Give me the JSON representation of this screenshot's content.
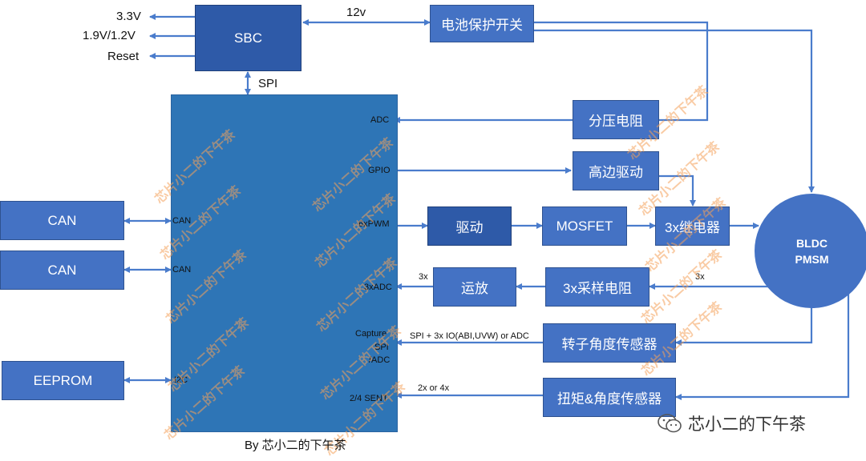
{
  "sbc": {
    "label": "SBC",
    "outputs": [
      "3.3V",
      "1.9V/1.2V",
      "Reset"
    ],
    "spi_label": "SPI",
    "supply_label": "12v"
  },
  "battery_switch": "电池保护开关",
  "divider": "分压电阻",
  "high_side": "高边驱动",
  "driver": "驱动",
  "mosfet": "MOSFET",
  "relay": "3x继电器",
  "opamp": "运放",
  "shunt": "3x采样电阻",
  "rotor_sensor": "转子角度传感器",
  "torque_sensor": "扭矩&角度传感器",
  "motor": {
    "line1": "BLDC",
    "line2": "PMSM"
  },
  "can1": "CAN",
  "can2": "CAN",
  "eeprom": "EEPROM",
  "mcu_pins": {
    "adc": "ADC",
    "gpio": "GPIO",
    "pwm": "6xPWM",
    "adc3": "3xADC",
    "capture": "Capture",
    "spi": "SPI",
    "adc_slash": "/ADC",
    "sent": "2/4 SENT",
    "can1": "CAN",
    "can2": "CAN",
    "i2c": "I2C"
  },
  "edge_labels": {
    "opamp_3x": "3x",
    "motor_3x": "3x",
    "rotor_bus": "SPI + 3x IO(ABI,UVW) or ADC",
    "sent_count": "2x or 4x"
  },
  "footer": "By 芯小二的下午茶",
  "watermark": "芯片小二的下午茶",
  "brand": "芯小二的下午茶",
  "colors": {
    "wire": "#4a7ccc",
    "box_dark": "#2e5aa8",
    "box_mid": "#4472c4",
    "mcu": "#2e75b6"
  }
}
